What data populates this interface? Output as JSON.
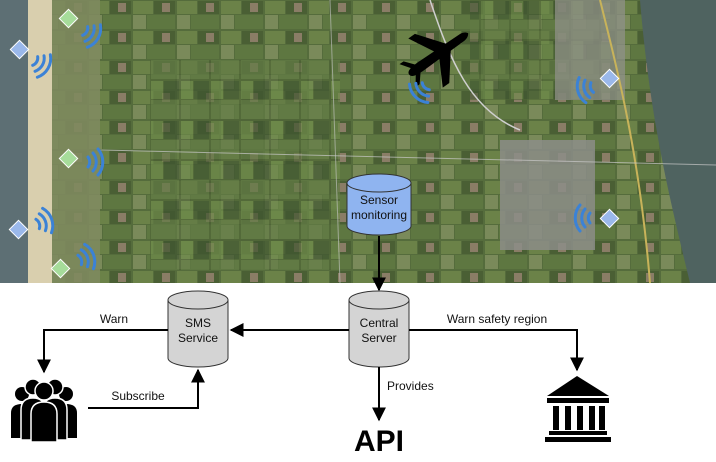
{
  "nodes": {
    "sensor_monitoring": {
      "line1": "Sensor",
      "line2": "monitoring",
      "color": "#8fb4f0"
    },
    "central_server": {
      "line1": "Central",
      "line2": "Server",
      "color": "#d4d4d4"
    },
    "sms_service": {
      "line1": "SMS",
      "line2": "Service",
      "color": "#d4d4d4"
    }
  },
  "edges": {
    "warn": "Warn",
    "subscribe": "Subscribe",
    "warn_safety_region": "Warn safety region",
    "provides": "Provides"
  },
  "api_label": "API",
  "icons": [
    "aircraft-icon",
    "sensor-diamond-icon",
    "wireless-signal-icon",
    "people-group-icon",
    "government-building-icon"
  ],
  "colors": {
    "sensor_diamond_blue": "#9ab8ea",
    "sensor_diamond_green": "#a6dc9a",
    "signal": "#3b82d6",
    "aerial_field": "#4f6a3a"
  }
}
